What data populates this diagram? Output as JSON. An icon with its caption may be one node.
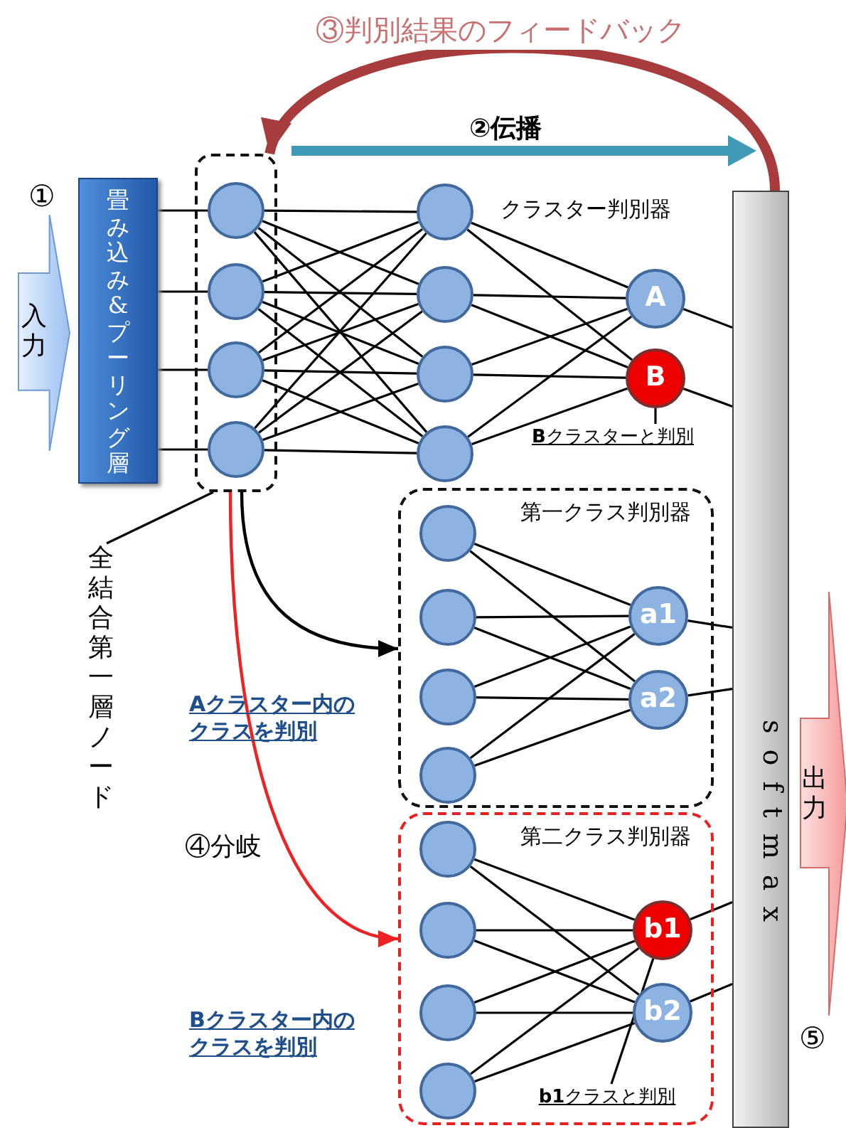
{
  "diagram": {
    "nodes": [
      {
        "text": [
          "入力"
        ],
        "beside": [
          "①"
        ]
      },
      {
        "text": [
          "畳み込み&プーリング層"
        ]
      },
      {
        "text": [],
        "shape": "box"
      },
      {
        "text": [],
        "shape": "circle",
        "in": 2
      },
      {
        "text": [],
        "shape": "circle",
        "in": 2
      },
      {
        "text": [],
        "shape": "circle",
        "in": 2
      },
      {
        "text": [],
        "shape": "circle",
        "in": 2
      },
      {
        "text": [],
        "shape": "circle"
      },
      {
        "text": [],
        "shape": "circle"
      },
      {
        "text": [],
        "shape": "circle"
      },
      {
        "text": [],
        "shape": "circle"
      },
      {
        "text": [
          "A"
        ]
      },
      {
        "text": [
          "B"
        ]
      },
      {
        "text": [
          "**B**クラスターと判別"
        ]
      },
      {
        "text": [
          "softmax"
        ]
      },
      {
        "text": [
          "第一クラス判別器"
        ]
      },
      {
        "text": [],
        "shape": "circle",
        "in": 15
      },
      {
        "text": [],
        "shape": "circle",
        "in": 15
      },
      {
        "text": [],
        "shape": "circle",
        "in": 15
      },
      {
        "text": [],
        "shape": "circle",
        "in": 15
      },
      {
        "text": [
          "a1"
        ],
        "in": 15
      },
      {
        "text": [
          "a2"
        ],
        "in": 15
      },
      {
        "text": [
          "第二クラス判別器"
        ]
      },
      {
        "text": [],
        "shape": "circle",
        "in": 22
      },
      {
        "text": [],
        "shape": "circle",
        "in": 22
      },
      {
        "text": [],
        "shape": "circle",
        "in": 22
      },
      {
        "text": [],
        "shape": "circle",
        "in": 22
      },
      {
        "text": [
          "b1"
        ],
        "in": 22
      },
      {
        "text": [
          "b2"
        ],
        "in": 22
      },
      {
        "text": [
          "**b1**クラスと判別"
        ],
        "in": 22
      },
      {
        "text": [
          "出力"
        ],
        "beside": [
          "⑤"
        ]
      },
      {
        "text": [
          "全結合第一層ノード"
        ]
      }
    ],
    "edges": [
      {
        "from": 1,
        "to": 3,
        "arrow": "none"
      },
      {
        "from": 1,
        "to": 4,
        "arrow": "none"
      },
      {
        "from": 1,
        "to": 5,
        "arrow": "none"
      },
      {
        "from": 1,
        "to": 6,
        "arrow": "none"
      },
      {
        "from": 3,
        "to": 7,
        "arrow": "none"
      },
      {
        "from": 3,
        "to": 8,
        "arrow": "none"
      },
      {
        "from": 3,
        "to": 9,
        "arrow": "none"
      },
      {
        "from": 3,
        "to": 10,
        "arrow": "none"
      },
      {
        "from": 4,
        "to": 7,
        "arrow": "none"
      },
      {
        "from": 4,
        "to": 8,
        "arrow": "none"
      },
      {
        "from": 4,
        "to": 9,
        "arrow": "none"
      },
      {
        "from": 4,
        "to": 10,
        "arrow": "none"
      },
      {
        "from": 5,
        "to": 7,
        "arrow": "none"
      },
      {
        "from": 5,
        "to": 8,
        "arrow": "none"
      },
      {
        "from": 5,
        "to": 9,
        "arrow": "none"
      },
      {
        "from": 5,
        "to": 10,
        "arrow": "none"
      },
      {
        "from": 6,
        "to": 7,
        "arrow": "none"
      },
      {
        "from": 6,
        "to": 8,
        "arrow": "none"
      },
      {
        "from": 6,
        "to": 9,
        "arrow": "none"
      },
      {
        "from": 6,
        "to": 10,
        "arrow": "none"
      },
      {
        "from": 7,
        "to": 11,
        "arrow": "none"
      },
      {
        "from": 7,
        "to": 12,
        "arrow": "none"
      },
      {
        "from": 8,
        "to": 11,
        "arrow": "none"
      },
      {
        "from": 8,
        "to": 12,
        "arrow": "none"
      },
      {
        "from": 9,
        "to": 11,
        "arrow": "none"
      },
      {
        "from": 9,
        "to": 12,
        "arrow": "none"
      },
      {
        "from": 10,
        "to": 11,
        "arrow": "none"
      },
      {
        "from": 10,
        "to": 12,
        "arrow": "none"
      },
      {
        "from": 11,
        "to": 14,
        "arrow": "none"
      },
      {
        "from": 12,
        "to": 14,
        "arrow": "none"
      },
      {
        "from": 16,
        "to": 20,
        "arrow": "none"
      },
      {
        "from": 16,
        "to": 21,
        "arrow": "none"
      },
      {
        "from": 17,
        "to": 20,
        "arrow": "none"
      },
      {
        "from": 17,
        "to": 21,
        "arrow": "none"
      },
      {
        "from": 18,
        "to": 20,
        "arrow": "none"
      },
      {
        "from": 18,
        "to": 21,
        "arrow": "none"
      },
      {
        "from": 19,
        "to": 20,
        "arrow": "none"
      },
      {
        "from": 19,
        "to": 21,
        "arrow": "none"
      },
      {
        "from": 20,
        "to": 14,
        "arrow": "none"
      },
      {
        "from": 21,
        "to": 14,
        "arrow": "none"
      },
      {
        "from": 23,
        "to": 27,
        "arrow": "none"
      },
      {
        "from": 23,
        "to": 28,
        "arrow": "none"
      },
      {
        "from": 24,
        "to": 27,
        "arrow": "none"
      },
      {
        "from": 24,
        "to": 28,
        "arrow": "none"
      },
      {
        "from": 25,
        "to": 27,
        "arrow": "none"
      },
      {
        "from": 25,
        "to": 28,
        "arrow": "none"
      },
      {
        "from": 26,
        "to": 27,
        "arrow": "none"
      },
      {
        "from": 26,
        "to": 28,
        "arrow": "none"
      },
      {
        "from": 27,
        "to": 14,
        "arrow": "none"
      },
      {
        "from": 28,
        "to": 14,
        "arrow": "none"
      },
      {
        "from": 13,
        "to": 12,
        "arrow": "none"
      },
      {
        "from": 29,
        "to": 27,
        "arrow": "none"
      },
      {
        "from": 31,
        "to": 2,
        "arrow": "none"
      },
      {
        "from": 14,
        "to": 2,
        "arrow": "to",
        "label": "③判別結果のフィードバック",
        "style": "thick",
        "color": "#a83c3c"
      },
      {
        "from": 2,
        "to": 15,
        "arrow": "to"
      },
      {
        "from": 2,
        "to": 22,
        "arrow": "to",
        "color": "#ee2222"
      }
    ],
    "labels": [
      "②伝播",
      "クラスター判別器",
      "Aクラスター内のクラスを判別",
      "④分岐",
      "Bクラスター内のクラスを判別"
    ]
  }
}
